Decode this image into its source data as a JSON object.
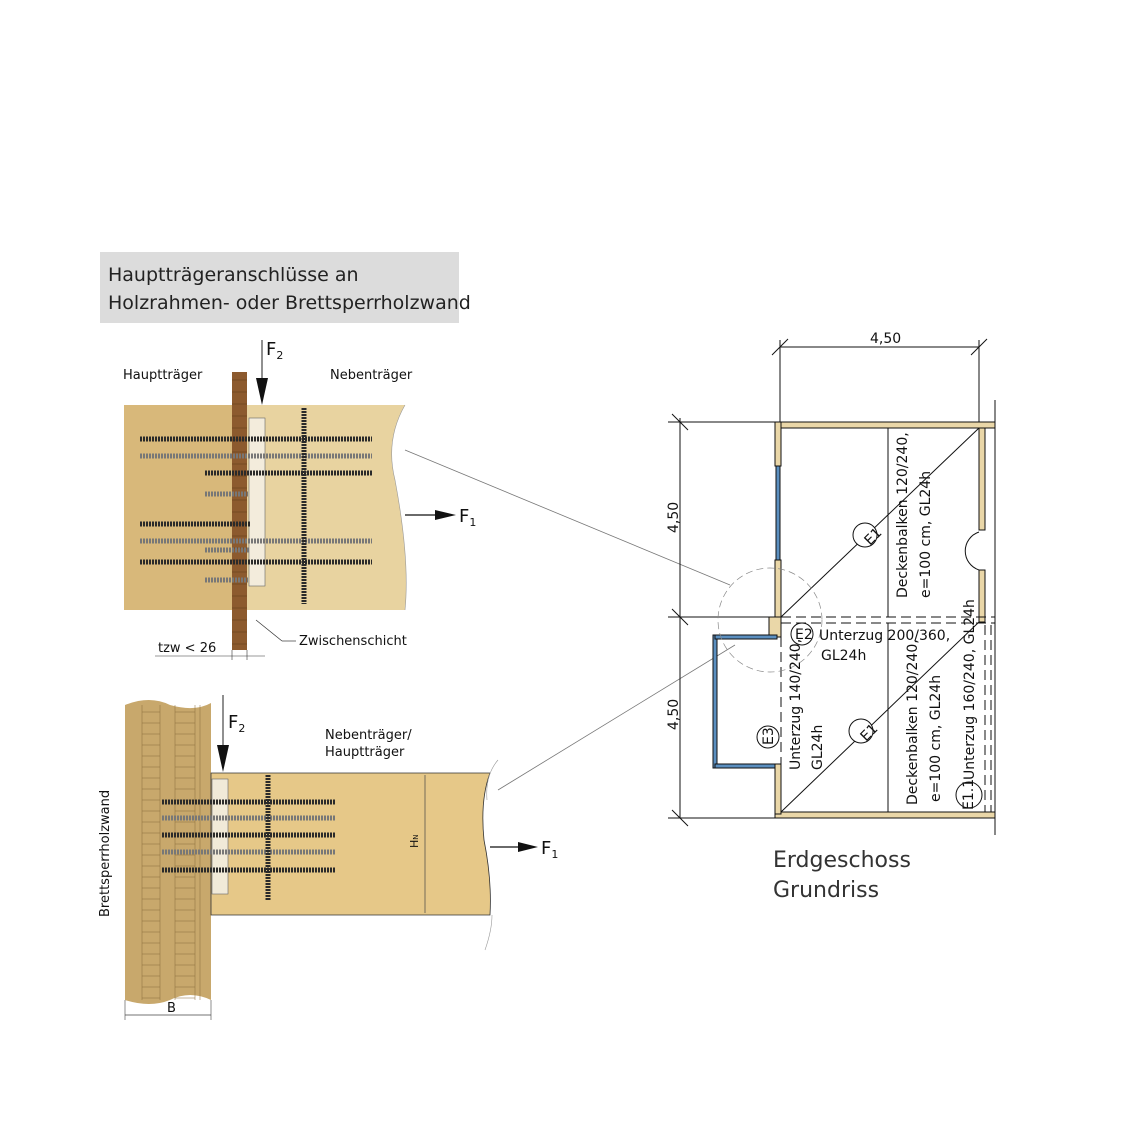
{
  "title": {
    "line1": "Hauptträgeranschlüsse an",
    "line2": "Holzrahmen- oder Brettsperrholzwand"
  },
  "detail_top": {
    "main_beam_label": "Hauptträger",
    "secondary_beam_label": "Nebenträger",
    "force_vertical": "F",
    "force_vertical_sub": "2",
    "force_horizontal": "F",
    "force_horizontal_sub": "1",
    "gap_label": "tzw <  26",
    "interlayer_label": "Zwischenschicht"
  },
  "detail_bottom": {
    "beam_label_1": "Nebenträger/",
    "beam_label_2": "Hauptträger",
    "wall_label": "Brettsperrholzwand",
    "force_vertical": "F",
    "force_vertical_sub": "2",
    "force_horizontal": "F",
    "force_horizontal_sub": "1",
    "height_label": "H",
    "height_sub": "N",
    "width_label": "B"
  },
  "plan": {
    "dim_top": "4,50",
    "dim_left_upper": "4,50",
    "dim_left_lower": "4,50",
    "e1_upper": "E1",
    "e1_lower": "E1",
    "e2": "E2",
    "e3": "E3",
    "e11": "E1.1",
    "beam_upper_1": "Deckenbalken 120/240,",
    "beam_upper_2": "e=100 cm, GL24h",
    "beam_lower_1": "Deckenbalken 120/240,",
    "beam_lower_2": "e=100 cm, GL24h",
    "e2_text_1": "Unterzug 200/360,",
    "e2_text_2": "GL24h",
    "e3_text_1": "Unterzug 140/240,",
    "e3_text_2": "GL24h",
    "e11_text": "Unterzug 160/240, GL24h",
    "caption_1": "Erdgeschoss",
    "caption_2": "Grundriss"
  },
  "colors": {
    "wood_light": "#e8d3a0",
    "wood_dark": "#d8b87a",
    "post": "#8c5a2e",
    "clt": "#c8a86c",
    "beam": "#e6c888",
    "window": "#5b8fc0",
    "wall": "#ead7a8"
  }
}
